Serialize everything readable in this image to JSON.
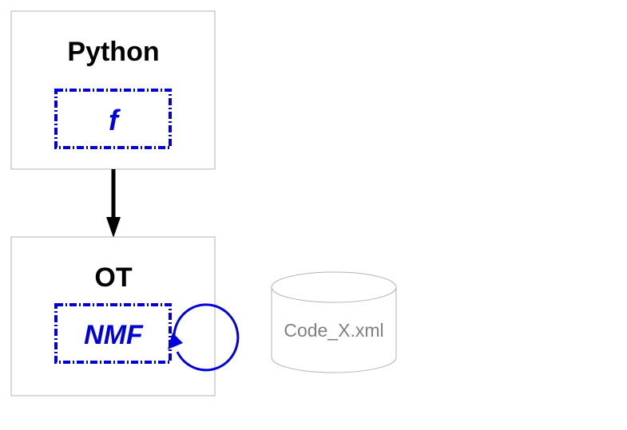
{
  "diagram": {
    "python_box": {
      "title": "Python",
      "function_label": "f"
    },
    "ot_box": {
      "title": "OT",
      "function_label": "NMF"
    },
    "database": {
      "label": "Code_X.xml"
    },
    "colors": {
      "box_border": "#b3b3b3",
      "function_border": "#0000dd",
      "arrow": "#000000",
      "loop": "#0000dd",
      "database_label": "#808080",
      "database_outline": "#b3b3b3"
    }
  }
}
